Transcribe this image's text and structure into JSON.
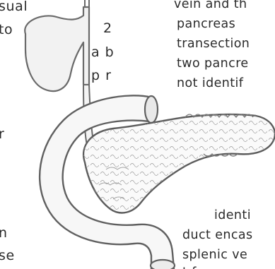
{
  "texts": {
    "left": {
      "l1": "sual",
      "l2": "to",
      "l3": "r",
      "l4": "n",
      "l5": "se"
    },
    "middle": {
      "l1": "2",
      "l2": "a b",
      "l3": "p  r"
    },
    "right": {
      "l1": "vein and th",
      "l2": "pancreas",
      "l3": "transection",
      "l4": "two pancre",
      "l5": "not identif",
      "l6": "identi",
      "l7": "duct encas",
      "l8": "splenic ve",
      "l9": "t      f"
    }
  },
  "colors": {
    "stroke": "#5a5a5a",
    "fill_light": "#ffffff",
    "fill_shadow": "#e6e6e6",
    "text": "#2b2b2b"
  }
}
